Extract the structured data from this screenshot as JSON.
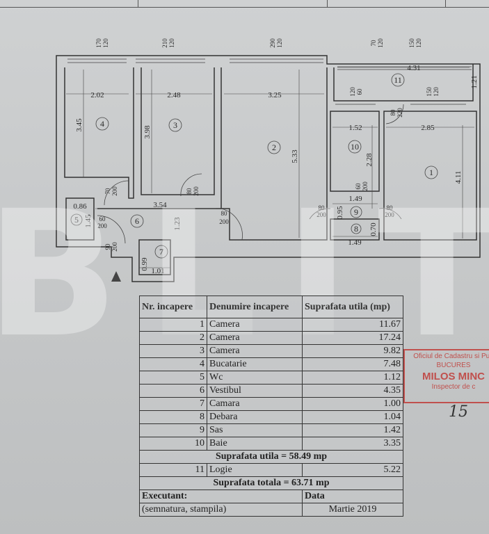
{
  "plan": {
    "rooms": [
      "1",
      "2",
      "3",
      "4",
      "5",
      "6",
      "7",
      "8",
      "9",
      "10",
      "11"
    ],
    "dims": [
      "2.02",
      "2.48",
      "3.25",
      "4.31",
      "1.21",
      "1.52",
      "2.85",
      "3.45",
      "3.98",
      "5.33",
      "2.28",
      "4.11",
      "0.86",
      "3.54",
      "1.45",
      "1.23",
      "0.95",
      "1.49",
      "0.99",
      "1.01",
      "1.49",
      "0.70"
    ],
    "openings": [
      {
        "w": "170",
        "h": "120"
      },
      {
        "w": "210",
        "h": "120"
      },
      {
        "w": "290",
        "h": "120"
      },
      {
        "w": "70",
        "h": "120"
      },
      {
        "w": "150",
        "h": "120"
      },
      {
        "w": "120",
        "h": "60"
      },
      {
        "w": "150",
        "h": "120"
      },
      {
        "w": "80",
        "h": "220"
      },
      {
        "w": "70",
        "h": "200"
      },
      {
        "w": "80",
        "h": "200"
      },
      {
        "w": "80",
        "h": "200"
      },
      {
        "w": "60",
        "h": "200"
      },
      {
        "w": "80",
        "h": "200"
      },
      {
        "w": "80",
        "h": "200"
      },
      {
        "w": "60",
        "h": "200"
      },
      {
        "w": "90",
        "h": "200"
      }
    ]
  },
  "watermark": "BLITZ",
  "table": {
    "headers": [
      "Nr. incapere",
      "Denumire incapere",
      "Suprafata utila (mp)"
    ],
    "rows": [
      {
        "nr": "1",
        "name": "Camera",
        "area": "11.67"
      },
      {
        "nr": "2",
        "name": "Camera",
        "area": "17.24"
      },
      {
        "nr": "3",
        "name": "Camera",
        "area": "9.82"
      },
      {
        "nr": "4",
        "name": "Bucatarie",
        "area": "7.48"
      },
      {
        "nr": "5",
        "name": "Wc",
        "area": "1.12"
      },
      {
        "nr": "6",
        "name": "Vestibul",
        "area": "4.35"
      },
      {
        "nr": "7",
        "name": "Camara",
        "area": "1.00"
      },
      {
        "nr": "8",
        "name": "Debara",
        "area": "1.04"
      },
      {
        "nr": "9",
        "name": "Sas",
        "area": "1.42"
      },
      {
        "nr": "10",
        "name": "Baie",
        "area": "3.35"
      }
    ],
    "useful_total": "Suprafata utila = 58.49 mp",
    "logia": {
      "nr": "11",
      "name": "Logie",
      "area": "5.22"
    },
    "grand_total": "Suprafata totala = 63.71 mp",
    "executant_label": "Executant:",
    "date_label": "Data",
    "signature_note": "(semnatura, stampila)",
    "date_value": "Martie 2019"
  },
  "stamp": {
    "line1": "Oficiul de Cadastru si Pub",
    "line2": "BUCURES",
    "line3": "MILOS MINC",
    "line4": "Inspector de c",
    "handwriting": "15"
  },
  "colors": {
    "stamp": "#c0504d",
    "ink": "#2a2a2a",
    "paper": "#c9cbcc"
  }
}
